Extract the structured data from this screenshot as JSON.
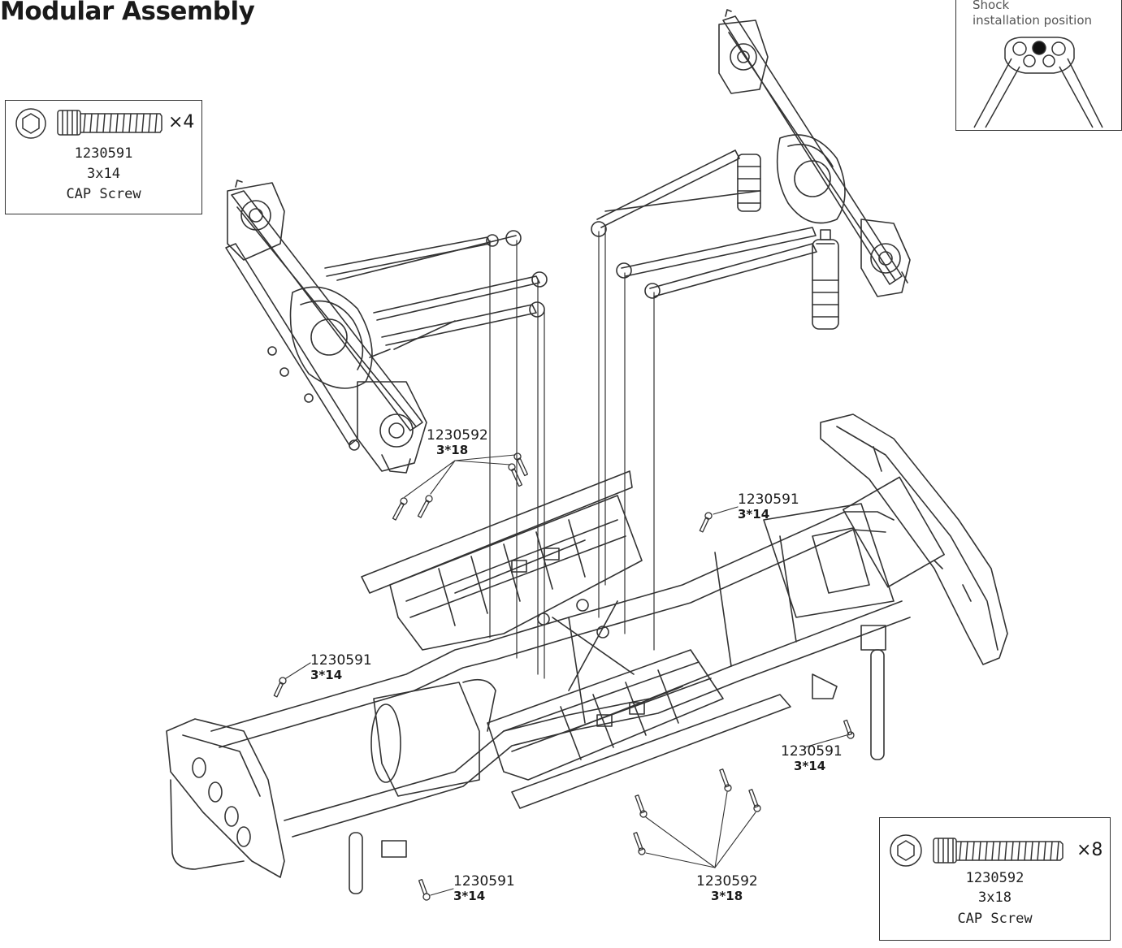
{
  "title": "Modular Assembly",
  "parts_box_1": {
    "quantity": "×4",
    "part_number": "1230591",
    "size": "3x14",
    "name": "CAP Screw"
  },
  "parts_box_2": {
    "quantity": "×8",
    "part_number": "1230592",
    "size": "3x18",
    "name": "CAP Screw"
  },
  "shock_inset": {
    "line1": "Shock",
    "line2": "installation position"
  },
  "callouts": [
    {
      "part_number": "1230592",
      "size": "3*18"
    },
    {
      "part_number": "1230591",
      "size": "3*14"
    },
    {
      "part_number": "1230591",
      "size": "3*14"
    },
    {
      "part_number": "1230591",
      "size": "3*14"
    },
    {
      "part_number": "1230591",
      "size": "3*14"
    },
    {
      "part_number": "1230592",
      "size": "3*18"
    }
  ]
}
